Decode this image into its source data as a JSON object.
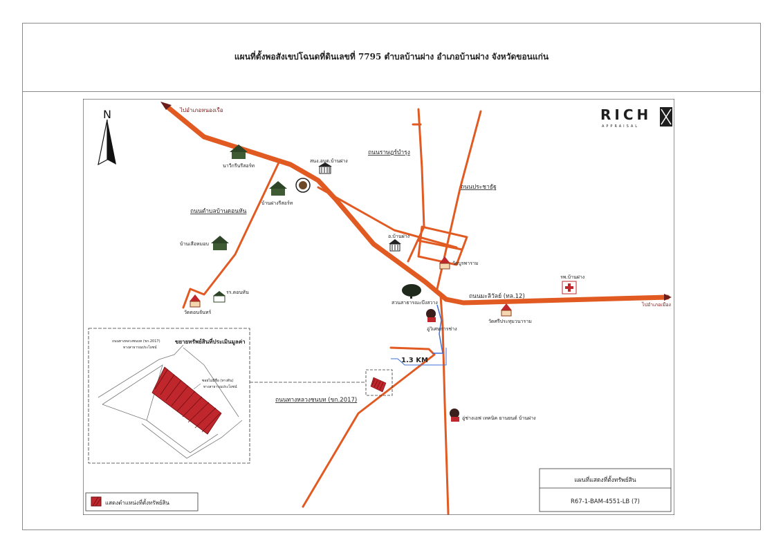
{
  "title": "แผนที่ตั้งพอสังเขปโฉนดที่ดินเลขที่ 7795 ตำบลบ้านฝาง อำเภอบ้านฝาง จังหวัดขอนแก่น",
  "brand": {
    "name": "RICH",
    "sub": "APPRAISAL"
  },
  "compass": {
    "label": "N"
  },
  "roads": {
    "to_nong_ruea": "ไปอำเภอหนองเรือ",
    "ratchaburana": "ถนนราษฎร์บำรุง",
    "prachathat": "ถนนประชาธัฐ",
    "don_han": "ถนนตำบลบ้านดอนหัน",
    "mittraphap": "ถนนมะลิวัลย์ (ทล.12)",
    "to_mueang": "ไปอำเภอเมือง",
    "rural_road": "ถนนทางหลวงชนบท (ขก.2017)"
  },
  "landmarks": {
    "nawa_green": "นาวีกรีนรีสอร์ท",
    "banfang_resort": "บ้านฝางรีสอร์ท",
    "sno_police": "สนง.อบต.บ้านฝาง",
    "ban_suea": "บ้านเสือหมอบ",
    "district_office": "อ.บ้านฝาง",
    "wat_burapharam": "วัดบูรพาราม",
    "hospital": "รพ.บ้านฝาง",
    "park": "สวนสาธารณะบึงสวาง",
    "wat_sriprathum": "วัดศรีประทุมวนาราม",
    "garage": "อู่วิเศษการช่าง",
    "wat_don_chan": "วัดดอนจันทร์",
    "school": "รร.ดอนหัน",
    "garage2": "อู่ช่างเอฟ เทคนิค ยานยนต์ บ้านฝาง"
  },
  "distance": "1.3 KM",
  "inset": {
    "title": "ขยายทรัพย์สินที่ประเมินมูลค่า",
    "road_label": "ถนนทางหลวงชนบท (ขก.2017)",
    "road_sub": "ทางสาธารณประโยชน์",
    "lane_label": "ซอยไม่มีชื่อ (ทางดิน)",
    "lane_sub": "ทางสาธารณประโยชน์"
  },
  "legend": {
    "label": "แสดงตำแหน่งที่ตั้งทรัพย์สิน"
  },
  "caption": {
    "title": "แผนที่แสดงที่ตั้งทรัพย์สิน",
    "code": "R67-1-BAM-4551-LB (7)"
  },
  "colors": {
    "road": "#e05a22",
    "road_edge": "#b8421a",
    "property": "#c0272d",
    "water": "#3b6fd4"
  }
}
